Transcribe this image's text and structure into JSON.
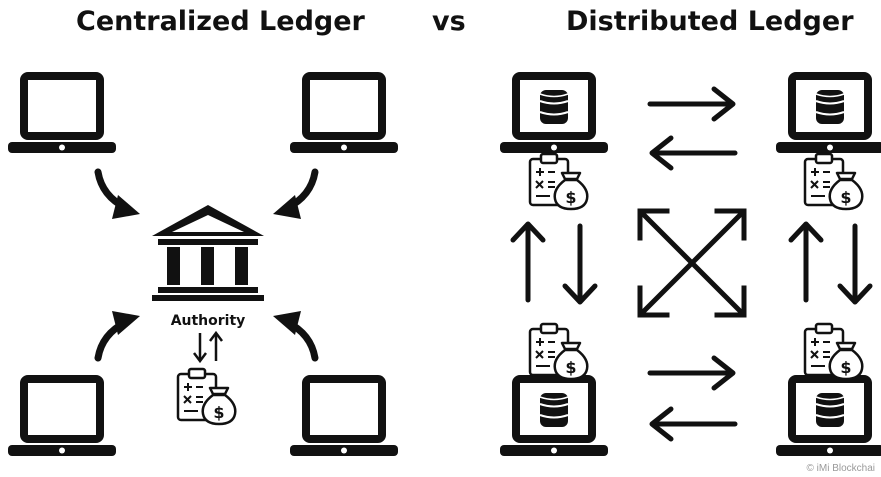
{
  "titles": {
    "left": "Centralized Ledger",
    "vs": "vs",
    "right": "Distributed Ledger"
  },
  "authority_label": "Authority",
  "credit": "© iMi Blockchai",
  "icons": {
    "laptop": "laptop-icon",
    "database": "database-icon",
    "ledger": "ledger-clipboard-icon",
    "bank": "bank-authority-icon"
  },
  "colors": {
    "ink": "#111111",
    "background": "#ffffff"
  }
}
